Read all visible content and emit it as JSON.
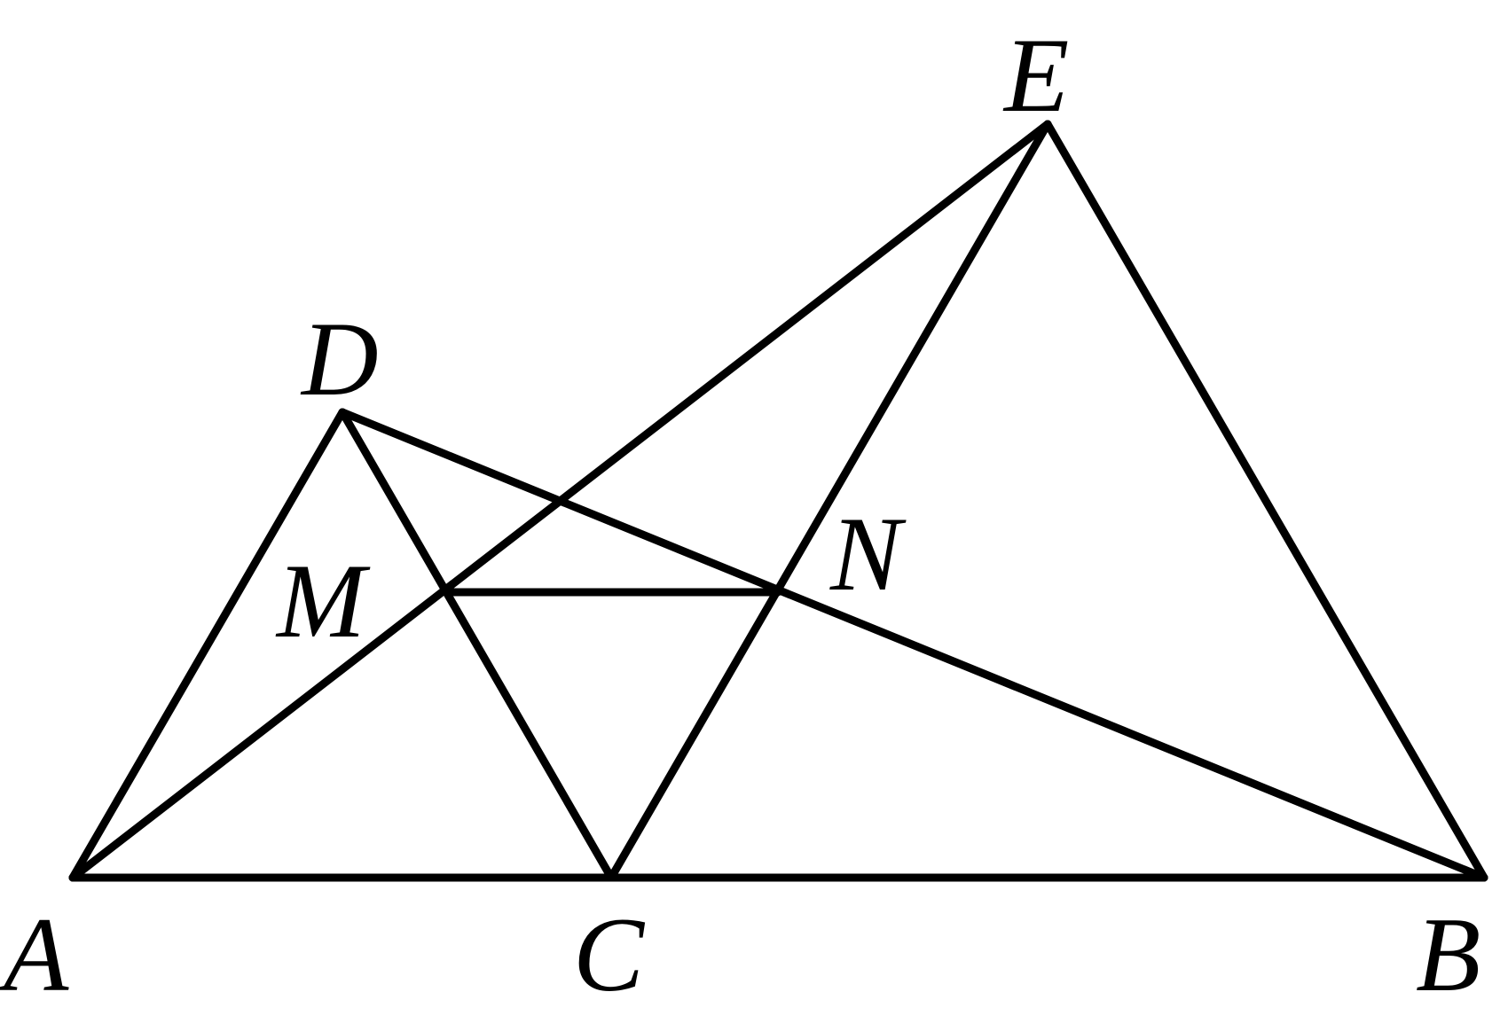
{
  "figure": {
    "stroke_color": "#000000",
    "background_color": "#ffffff",
    "labels": {
      "A": "A",
      "B": "B",
      "C": "C",
      "D": "D",
      "E": "E",
      "M": "M",
      "N": "N"
    }
  }
}
